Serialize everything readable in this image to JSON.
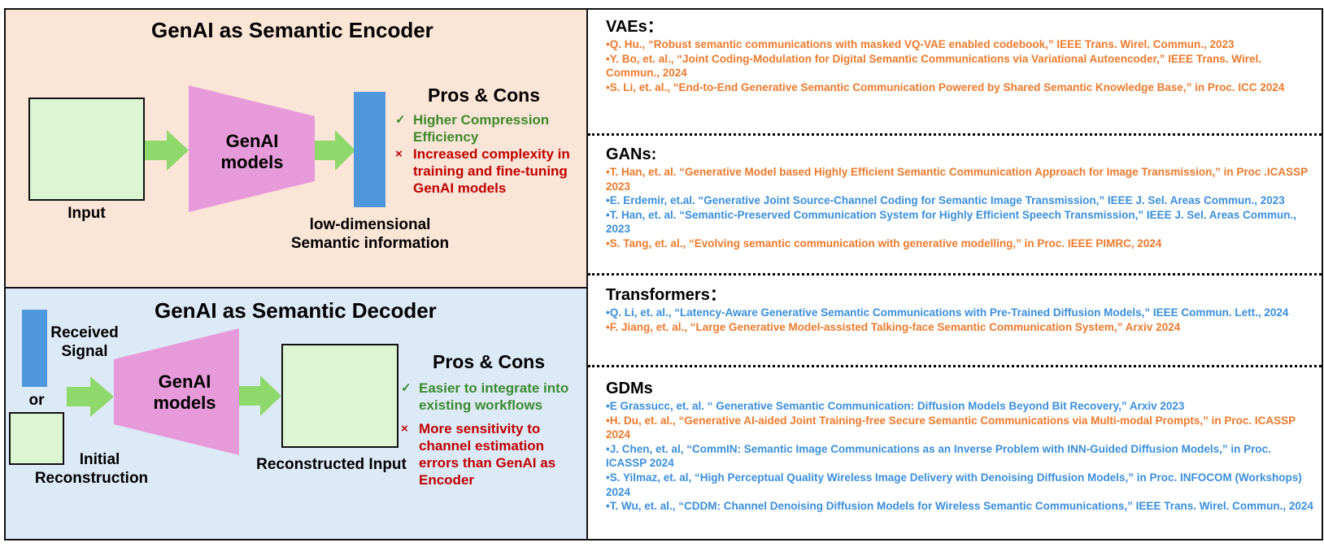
{
  "encoder": {
    "title": "GenAI as  Semantic Encoder",
    "input_label": "Input",
    "model_label_line1": "GenAI",
    "model_label_line2": "models",
    "output_label_line1": "low-dimensional",
    "output_label_line2": "Semantic information",
    "pros_title": "Pros & Cons",
    "pro_mark": "✓",
    "pro_line1": "Higher Compression",
    "pro_line2": "Efficiency",
    "con_mark": "×",
    "con_line1": "Increased complexity in",
    "con_line2": "training and fine-tuning",
    "con_line3": "GenAI models"
  },
  "decoder": {
    "title": "GenAI as  Semantic Decoder",
    "received_line1": "Received",
    "received_line2": "Signal",
    "or_label": "or",
    "initial_line1": "Initial",
    "initial_line2": "Reconstruction",
    "model_label_line1": "GenAI",
    "model_label_line2": "models",
    "output_label": "Reconstructed Input",
    "pros_title": "Pros & Cons",
    "pro_mark": "✓",
    "pro_line1": "Easier to integrate into",
    "pro_line2": "existing workflows",
    "con_mark": "×",
    "con_line1": "More sensitivity to",
    "con_line2": "channel estimation",
    "con_line3": "errors than GenAI as",
    "con_line4": "Encoder"
  },
  "colors": {
    "encoder_bg": "#fbe5d7",
    "decoder_bg": "#dce9f6",
    "model_fill": "#e79ad9",
    "arrow_fill": "#8fd86c",
    "signal_bar": "#4f97dc",
    "box_fill": "#dcf5d2",
    "pro_text": "#3c8a2e",
    "con_text": "#c00000",
    "ref_orange": "#ee7a2c",
    "ref_blue": "#3a8fdc"
  },
  "references": {
    "vaes": {
      "heading": "VAEs：",
      "items": [
        "•Q. Hu., “Robust semantic communications with masked VQ-VAE enabled codebook,” IEEE Trans. Wirel. Commun., 2023",
        "•Y. Bo, et. al., “Joint Coding-Modulation for Digital Semantic Communications via Variational Autoencoder,” IEEE Trans. Wirel. Commun., 2024",
        "•S. Li, et. al., “End-to-End Generative Semantic Communication Powered by Shared Semantic Knowledge Base,” in Proc. ICC 2024"
      ]
    },
    "gans": {
      "heading": "GANs:",
      "items": [
        "•T. Han, et. al. “Generative Model based Highly Efficient Semantic Communication Approach for Image Transmission,” in Proc .ICASSP 2023",
        "•E. Erdemir, et.al. “Generative Joint Source-Channel Coding for Semantic Image Transmission,” IEEE J. Sel. Areas Commun., 2023",
        "•T. Han, et. al. “Semantic-Preserved Communication System for Highly Efficient Speech Transmission,” IEEE J. Sel. Areas Commun., 2023",
        "•S. Tang, et. al., “Evolving semantic communication with generative modelling,” in Proc. IEEE PIMRC, 2024"
      ]
    },
    "transformers": {
      "heading": "Transformers：",
      "items": [
        "•Q. Li, et. al., “Latency-Aware Generative Semantic Communications with Pre-Trained Diffusion Models,” IEEE Commun. Lett., 2024",
        "•F. Jiang, et. al., “Large Generative Model-assisted Talking-face Semantic Communication System,” Arxiv 2024"
      ]
    },
    "gdms": {
      "heading": "GDMs",
      "items": [
        "•E Grassucc, et. al. “ Generative Semantic Communication: Diffusion Models Beyond Bit Recovery,” Arxiv 2023",
        "•H. Du, et. al., “Generative AI-aided Joint Training-free Secure Semantic Communications via Multi-modal Prompts,” in Proc. ICASSP 2024",
        "•J. Chen, et. al, “CommIN: Semantic Image Communications as an Inverse Problem with INN-Guided Diffusion Models,” in Proc.  ICASSP 2024",
        "•S. Yilmaz, et. al, “High Perceptual Quality Wireless Image Delivery with Denoising Diffusion Models,” in Proc. INFOCOM (Workshops) 2024",
        "•T. Wu, et. al., “CDDM: Channel Denoising Diffusion Models for Wireless Semantic Communications,” IEEE Trans. Wirel. Commun., 2024"
      ]
    }
  }
}
